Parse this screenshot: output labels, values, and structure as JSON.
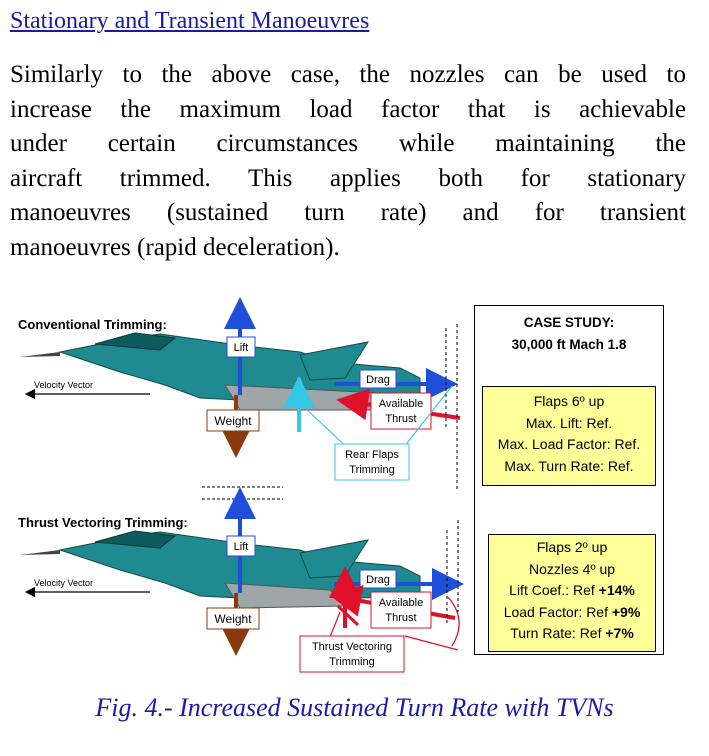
{
  "heading": "Stationary and Transient Manoeuvres",
  "paragraph_lines": [
    "Similarly to the above case, the nozzles can be used to",
    "increase the maximum load factor that is achievable",
    "under certain circumstances while maintaining the",
    "aircraft trimmed. This applies both for stationary",
    "manoeuvres (sustained turn rate) and for transient",
    "manoeuvres (rapid deceleration)."
  ],
  "figure": {
    "top_panel": {
      "title": "Conventional Trimming:",
      "velocity_label": "Velocity Vector",
      "lift_label": "Lift",
      "weight_label": "Weight",
      "drag_label": "Drag",
      "thrust_label_1": "Available",
      "thrust_label_2": "Thrust",
      "trim_label_1": "Rear Flaps",
      "trim_label_2": "Trimming"
    },
    "bottom_panel": {
      "title": "Thrust Vectoring Trimming:",
      "velocity_label": "Velocity Vector",
      "lift_label": "Lift",
      "weight_label": "Weight",
      "drag_label": "Drag",
      "thrust_label_1": "Available",
      "thrust_label_2": "Thrust",
      "trim_label_1": "Thrust Vectoring",
      "trim_label_2": "Trimming"
    },
    "case_study": {
      "title_1": "CASE STUDY:",
      "title_2": "30,000 ft Mach 1.8",
      "box1": {
        "line1": "Flaps 6º up",
        "line2": "Max. Lift: Ref.",
        "line3": "Max. Load Factor: Ref.",
        "line4": "Max. Turn Rate: Ref."
      },
      "box2": {
        "line1": "Flaps 2º up",
        "line2": "Nozzles 4º up",
        "line3_a": "Lift Coef.: Ref ",
        "line3_b": "+14%",
        "line4_a": "Load Factor: Ref ",
        "line4_b": "+9%",
        "line5_a": "Turn Rate: Ref ",
        "line5_b": "+7%"
      }
    }
  },
  "caption": "Fig. 4.- Increased Sustained Turn Rate with TVNs",
  "colors": {
    "heading": "#1a1aa6",
    "lift_arrow": "#1f4fd8",
    "weight_arrow": "#8b3a0e",
    "thrust_arrow": "#e0102a",
    "trim_arrow": "#33c7e8",
    "aircraft": "#1f8a8f",
    "highlight_box": "#ffff99"
  }
}
